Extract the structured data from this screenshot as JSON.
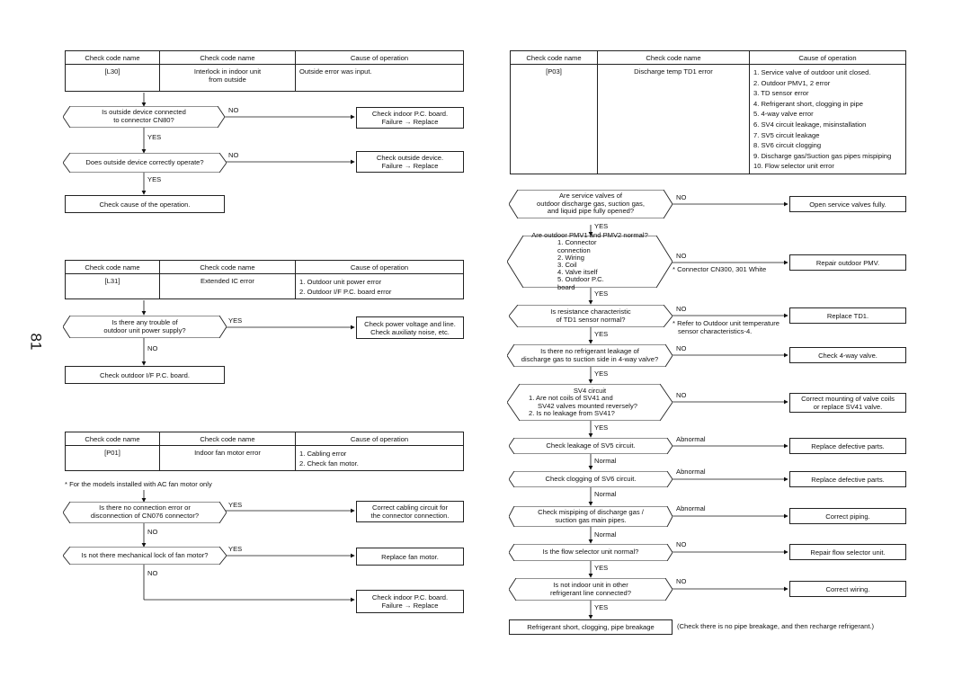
{
  "page_number": "81",
  "headers": {
    "col1": "Check code name",
    "col2": "Check code name",
    "col3": "Cause of operation"
  },
  "l30": {
    "code": "[L30]",
    "name_line1": "Interlock in indoor unit",
    "name_line2": "from outside",
    "cause": "Outside error was input.",
    "q1_line1": "Is outside device connected",
    "q1_line2": "to connector CN80?",
    "a1_line1": "Check indoor P.C. board.",
    "a1_line2": "Failure → Replace",
    "q2": "Does outside device correctly operate?",
    "a2_line1": "Check outside device.",
    "a2_line2": "Failure → Replace",
    "end": "Check cause of the operation."
  },
  "l31": {
    "code": "[L31]",
    "name": "Extended IC error",
    "cause1": "1. Outdoor unit power error",
    "cause2": "2. Outdoor I/F P.C. board error",
    "q1_line1": "Is there any trouble of",
    "q1_line2": "outdoor unit power supply?",
    "a1_line1": "Check power voltage and line.",
    "a1_line2": "Check auxiliaty noise, etc.",
    "end": "Check outdoor I/F P.C. board."
  },
  "p01": {
    "code": "[P01]",
    "name": "Indoor fan motor error",
    "cause1": "1. Cabling error",
    "cause2": "2. Check fan motor.",
    "note": "* For the models installed with AC fan motor only",
    "q1_line1": "Is there no connection error or",
    "q1_line2": "disconnection of CN076 connector?",
    "a1_line1": "Correct cabling circuit for",
    "a1_line2": "the connector connection.",
    "q2": "Is not there mechanical lock of fan motor?",
    "a2": "Replace fan motor.",
    "a3_line1": "Check indoor P.C. board.",
    "a3_line2": "Failure → Replace"
  },
  "p03": {
    "code": "[P03]",
    "name": "Discharge temp TD1 error",
    "causes": [
      "1. Service valve of outdoor unit closed.",
      "2. Outdoor PMV1, 2 error",
      "3. TD sensor error",
      "4. Refrigerant short, clogging in pipe",
      "5. 4-way valve error",
      "6. SV4 circuit leakage, misinstallation",
      "7. SV5 circuit leakage",
      "8. SV6 circuit clogging",
      "9. Discharge gas/Suction gas pipes mispiping",
      "10. Flow selector unit error"
    ],
    "q1": [
      "Are service valves of",
      "outdoor discharge gas, suction gas,",
      "and liquid pipe fully opened?"
    ],
    "a1": "Open service valves fully.",
    "q2": [
      "Are outdoor PMV1 and PMV2 normal?",
      "1. Connector connection",
      "2. Wiring",
      "3. Coil",
      "4. Valve itself",
      "5. Outdoor P.C. board"
    ],
    "q2_note": "* Connector CN300, 301 White",
    "a2": "Repair outdoor PMV.",
    "q3": [
      "Is resistance characteristic",
      "of TD1 sensor normal?"
    ],
    "q3_note1": "* Refer to Outdoor unit temperature",
    "q3_note2": "sensor characteristics-4.",
    "a3": "Replace TD1.",
    "q4": [
      "Is there no refrigerant leakage of",
      "discharge gas to suction side in 4-way valve?"
    ],
    "a4": "Check 4-way valve.",
    "q5": [
      "SV4 circuit",
      "1. Are not coils of SV41 and",
      "SV42 valves mounted reversely?",
      "2. Is no leakage from SV41?"
    ],
    "a5": [
      "Correct mounting of valve coils",
      "or replace SV41 valve."
    ],
    "q6": "Check leakage of SV5 circuit.",
    "a6": "Replace defective parts.",
    "q7": "Check clogging of SV6 circuit.",
    "a7": "Replace defective parts.",
    "q8": [
      "Check mispiping of discharge gas /",
      "suction gas main pipes."
    ],
    "a8": "Correct piping.",
    "q9": "Is the flow selector unit normal?",
    "a9": "Repair flow selector unit.",
    "q10": [
      "Is not indoor unit in other",
      "refrigerant line connected?"
    ],
    "a10": "Correct wiring.",
    "end": "Refrigerant short, clogging, pipe breakage",
    "end_note": "(Check there is no pipe breakage, and then recharge refrigerant.)"
  },
  "labels": {
    "yes": "YES",
    "no": "NO",
    "abnormal": "Abnormal",
    "normal": "Normal"
  }
}
